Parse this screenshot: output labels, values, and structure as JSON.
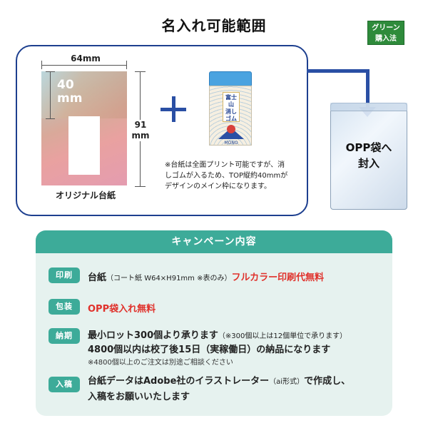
{
  "header": {
    "title": "名入れ可能範囲",
    "badge_line1": "グリーン",
    "badge_line2": "購入法"
  },
  "illustration": {
    "width_label": "64mm",
    "inner_height_value": "40",
    "inner_height_unit": "mm",
    "height_value": "91",
    "height_unit": "mm",
    "card_caption": "オリジナル台紙",
    "eraser_label_1": "富士山",
    "eraser_label_2": "消しゴム",
    "eraser_brand": "MONO",
    "note_line1": "※台紙は全面プリント可能ですが、消",
    "note_line2": "しゴムが入るため、TOP縦約40mmが",
    "note_line3": "デザインのメイン枠になります。",
    "bag_line1": "OPP袋へ",
    "bag_line2": "封入"
  },
  "campaign": {
    "heading": "キャンペーン内容",
    "rows": [
      {
        "tag": "印刷",
        "text_main": "台紙",
        "text_small": "（コート紙 W64×H91mm ※表のみ）",
        "text_red": "フルカラー印刷代無料"
      },
      {
        "tag": "包装",
        "text_red": "OPP袋入れ無料"
      },
      {
        "tag": "納期",
        "text_main": "最小ロット300個より承ります",
        "text_small": "（※300個以上は12個単位で承ります）",
        "line2": "4800個以内は校了後15日（実稼働日）の納品になります",
        "note": "※4800個以上のご注文は別途ご相談ください"
      },
      {
        "tag": "入稿",
        "text_main": "台紙データはAdobe社のイラストレーター",
        "text_small": "（ai形式）",
        "text_main2": "で作成し、",
        "line2": "入稿をお願いいたします"
      }
    ]
  },
  "colors": {
    "navy": "#1d3f8f",
    "teal": "#3dab99",
    "red": "#e0312b",
    "green_badge": "#2e8b3b"
  }
}
